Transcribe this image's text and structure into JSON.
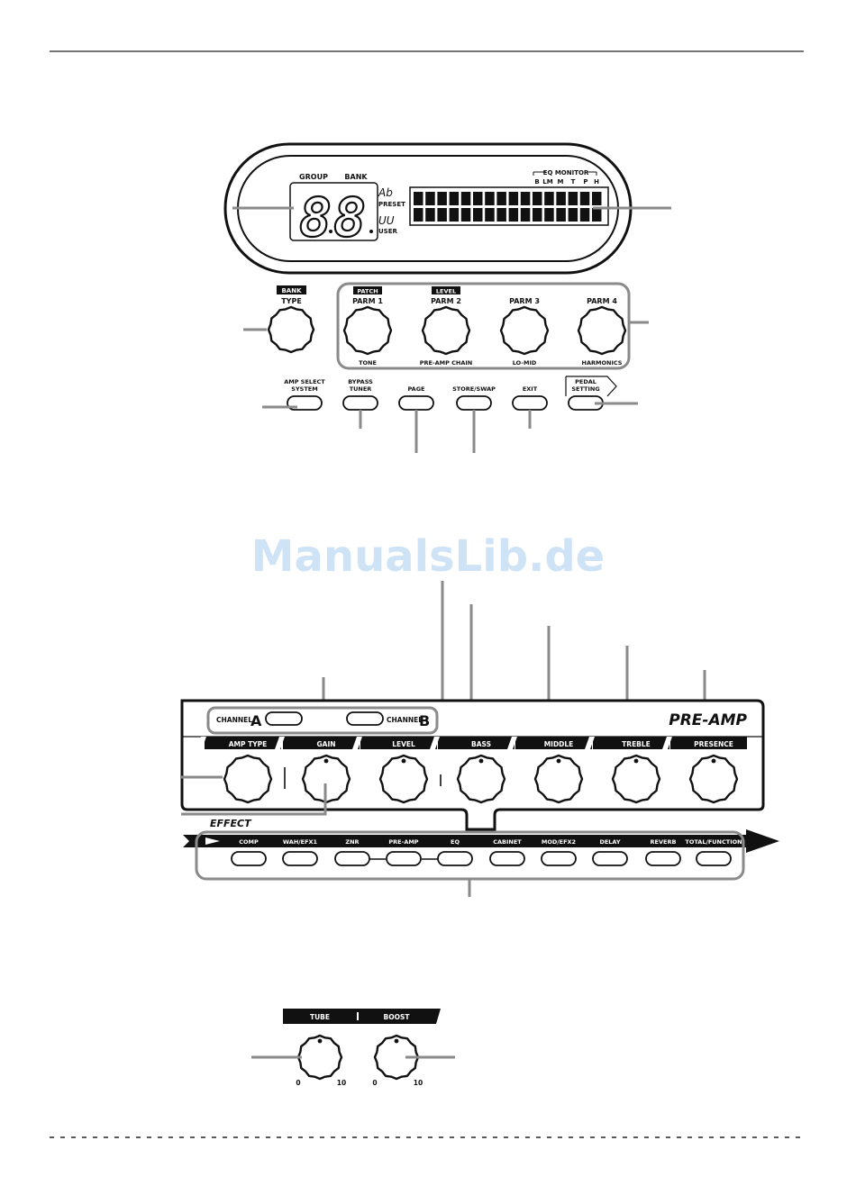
{
  "display": {
    "group_label": "GROUP",
    "bank_label": "BANK",
    "digits": "88",
    "preset_small": "Ab",
    "preset_label": "PRESET",
    "user_small": "UU",
    "user_label": "USER",
    "eq_monitor_label": "EQ MONITOR",
    "eq_bands": [
      "B",
      "LM",
      "M",
      "T",
      "P",
      "H"
    ]
  },
  "top_panel": {
    "bank_badge": "BANK",
    "type_label": "TYPE",
    "parm_knobs": [
      {
        "top_badge": "PATCH",
        "label": "PARM 1",
        "bottom": "TONE"
      },
      {
        "top_badge": "LEVEL",
        "label": "PARM 2",
        "bottom": "PRE-AMP CHAIN"
      },
      {
        "top_badge": "",
        "label": "PARM 3",
        "bottom": "LO-MID"
      },
      {
        "top_badge": "",
        "label": "PARM 4",
        "bottom": "HARMONICS"
      }
    ],
    "keys": [
      {
        "line1": "AMP SELECT",
        "line2": "SYSTEM"
      },
      {
        "line1": "BYPASS",
        "line2": "TUNER"
      },
      {
        "line1": "PAGE",
        "line2": ""
      },
      {
        "line1": "STORE/SWAP",
        "line2": ""
      },
      {
        "line1": "EXIT",
        "line2": ""
      },
      {
        "line1": "PEDAL",
        "line2": "SETTING"
      }
    ]
  },
  "watermark": "ManualsLib.de",
  "preamp_panel": {
    "title": "PRE-AMP",
    "channel_a_label": "CHANNEL",
    "channel_a_letter": "A",
    "channel_b_label": "CHANNEL",
    "channel_b_letter": "B",
    "knobs": [
      "AMP TYPE",
      "GAIN",
      "LEVEL",
      "BASS",
      "MIDDLE",
      "TREBLE",
      "PRESENCE"
    ],
    "effect_title": "EFFECT",
    "effect_keys": [
      "COMP",
      "WAH/EFX1",
      "ZNR",
      "PRE-AMP",
      "EQ",
      "CABINET",
      "MOD/EFX2",
      "DELAY",
      "REVERB",
      "TOTAL/FUNCTION"
    ]
  },
  "bottom_panel": {
    "knobs": [
      "TUBE",
      "BOOST"
    ],
    "scale_min": "0",
    "scale_max": "10"
  }
}
